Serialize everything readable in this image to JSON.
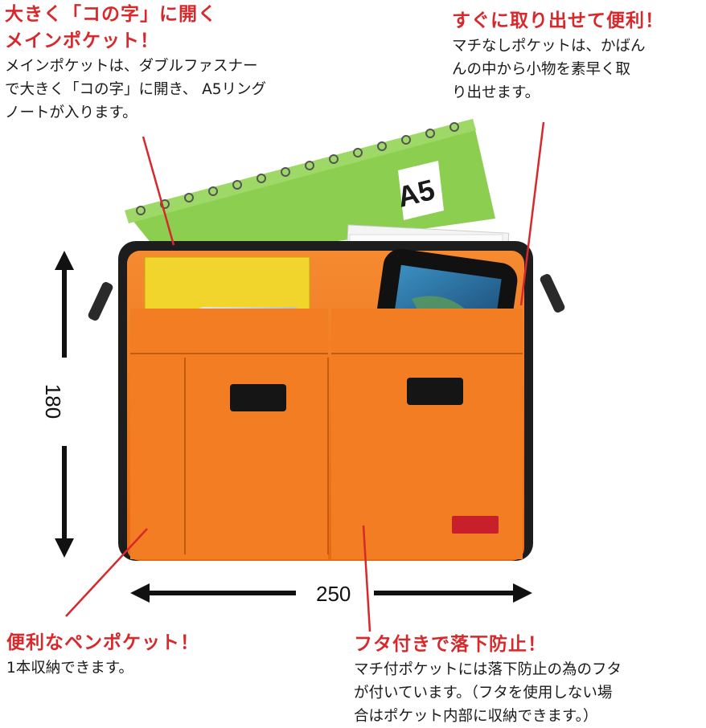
{
  "callouts": {
    "main_pocket": {
      "title": [
        "大きく「コの字」に開く",
        "メインポケット！"
      ],
      "desc": [
        "メインポケットは、ダブルファスナー",
        "で大きく「コの字」に開き、 A5リング",
        "ノートが入ります。"
      ]
    },
    "quick_access": {
      "title": [
        "すぐに取り出せて便利！"
      ],
      "desc": [
        "マチなしポケットは、かばん",
        "んの中から小物を素早く取",
        "り出せます。"
      ]
    },
    "pen_pocket": {
      "title": [
        "便利なペンポケット！"
      ],
      "desc": [
        "1本収納できます。"
      ]
    },
    "flap_pocket": {
      "title": [
        "フタ付きで落下防止！"
      ],
      "desc": [
        "マチ付ポケットには落下防止の為のフタ",
        "が付いています。（フタを使用しない場",
        "合はポケット内部に収納できます。）"
      ]
    }
  },
  "dimensions": {
    "height": "180",
    "width": "250"
  },
  "notebook": {
    "label": "A5"
  },
  "colors": {
    "accent_red": "#d7282c",
    "bag_orange": "#f0781e",
    "notebook_green": "#8ccf50",
    "tag_red": "#c8202a"
  }
}
